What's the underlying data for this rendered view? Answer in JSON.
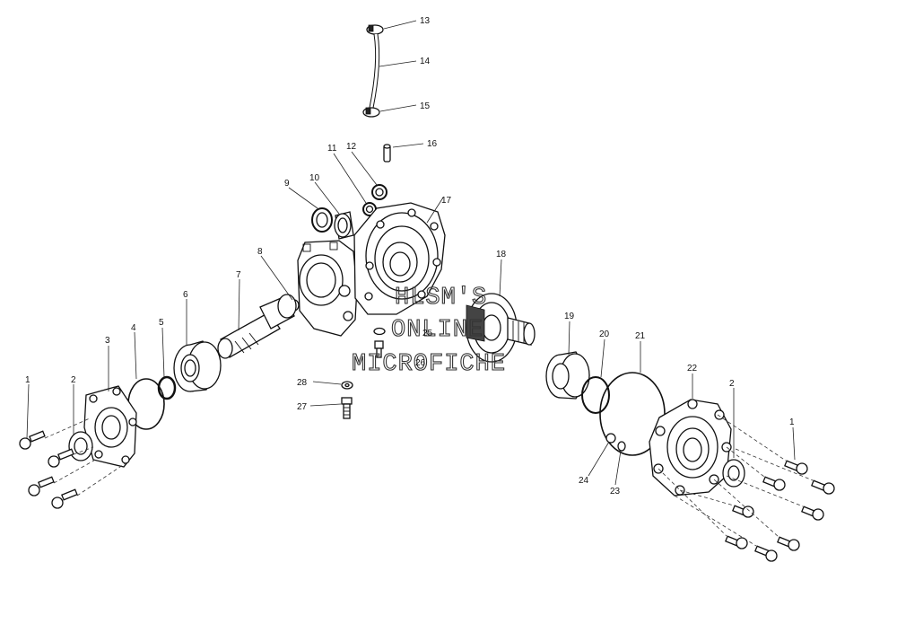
{
  "callouts": [
    "1",
    "2",
    "3",
    "4",
    "5",
    "6",
    "7",
    "8",
    "9",
    "10",
    "11",
    "12",
    "13",
    "14",
    "15",
    "16",
    "17",
    "18",
    "19",
    "20",
    "21",
    "22",
    "23",
    "24",
    "25",
    "26",
    "27",
    "28"
  ],
  "watermark": {
    "line1": "HLSM'S",
    "line2": "ONLINE",
    "line3": "MICROFICHE"
  }
}
